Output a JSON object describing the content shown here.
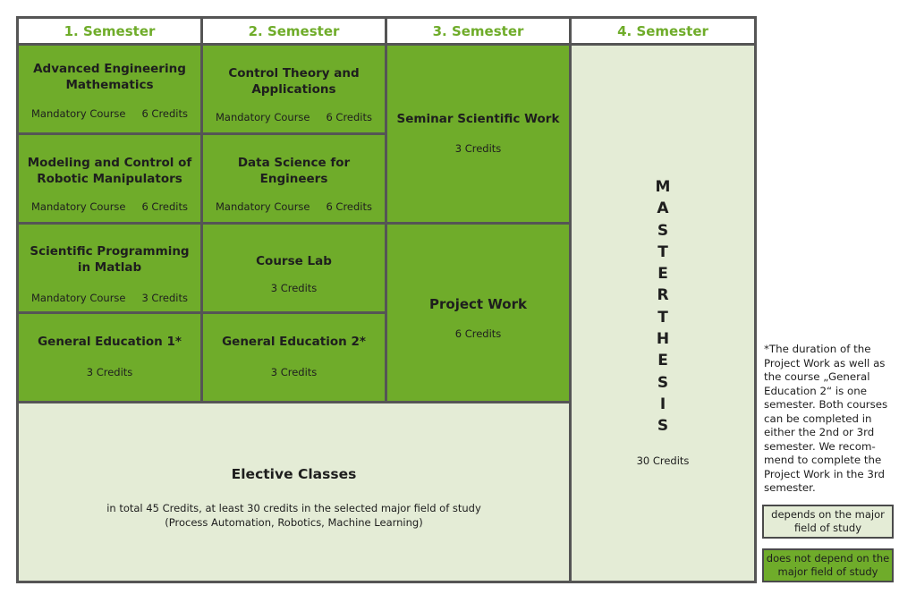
{
  "headers": [
    "1. Semester",
    "2. Semester",
    "3. Semester",
    "4. Semester"
  ],
  "courses": [
    {
      "title": "Advanced Engineering Mathematics",
      "type": "Mandatory Course",
      "credits": "6 Credits"
    },
    {
      "title": "Modeling and Control of Robotic Manipulators",
      "type": "Mandatory Course",
      "credits": "6 Credits"
    },
    {
      "title": "Scientific Programming in Matlab",
      "type": "Mandatory Course",
      "credits": "3 Credits"
    },
    {
      "title": "General Education 1*",
      "credits": "3 Credits"
    },
    {
      "title": "Control Theory and Applications",
      "type": "Mandatory Course",
      "credits": "6 Credits"
    },
    {
      "title": "Data Science for Engineers",
      "type": "Mandatory Course",
      "credits": "6 Credits"
    },
    {
      "title": "Course Lab",
      "credits": "3 Credits"
    },
    {
      "title": "General Education 2*",
      "credits": "3 Credits"
    },
    {
      "title": "Seminar Scientific Work",
      "credits": "3 Credits"
    },
    {
      "title": "Project Work",
      "credits": "6 Credits"
    }
  ],
  "elective": {
    "title": "Elective Classes",
    "line1": "in total 45 Credits, at least 30 credits in the selected major field of study",
    "line2": "(Process Automation, Robotics, Machine Learning)"
  },
  "thesis": {
    "letters": [
      "M",
      "A",
      "S",
      "T",
      "E",
      "R",
      "T",
      "H",
      "E",
      "S",
      "I",
      "S"
    ],
    "credits": "30 Credits"
  },
  "note": "*The duration of the Project Work as well as the course „General Education 2“ is one semester. Both courses can be completed in either the 2nd or 3rd semester. We recom-mend to complete the Project Work in the 3rd semester.",
  "legend": {
    "depends": "depends on the major field of study",
    "not_depends": "does not depend on the major field of study"
  },
  "colors": {
    "dark_green": "#6fac2a",
    "light_green": "#e4ecd6",
    "grid": "#555555"
  }
}
